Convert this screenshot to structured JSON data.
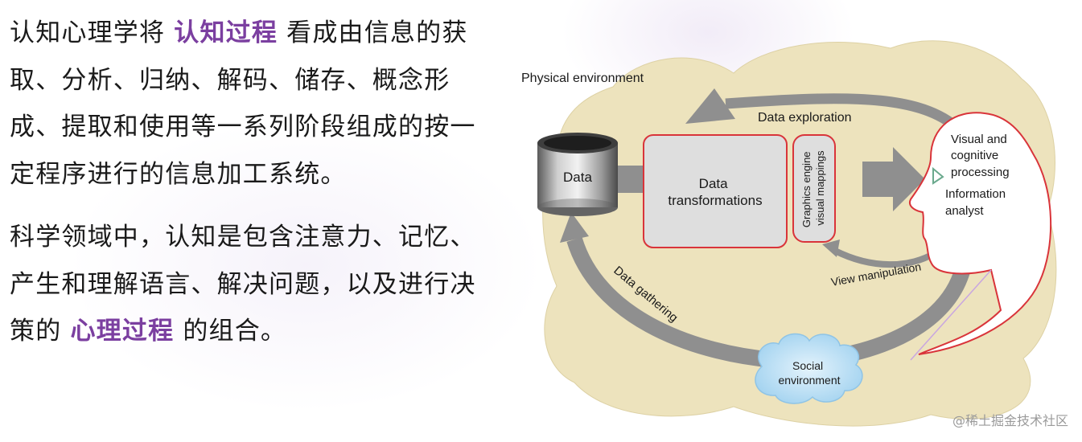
{
  "paragraph1": {
    "before": "认知心理学将 ",
    "highlight": "认知过程",
    "after": " 看成由信息的获取、分析、归纳、解码、储存、概念形成、提取和使用等一系列阶段组成的按一定程序进行的信息加工系统。"
  },
  "paragraph2": {
    "before": "科学领域中，认知是包含注意力、记忆、产生和理解语言、解决问题，以及进行决策的 ",
    "highlight": "心理过程",
    "after": " 的组合。"
  },
  "diagram": {
    "physical_env": "Physical environment",
    "data": "Data",
    "data_transformations": [
      "Data",
      "transformations"
    ],
    "graphics_engine": [
      "Graphics engine",
      "visual mappings"
    ],
    "data_exploration": "Data exploration",
    "visual_processing": [
      "Visual and",
      "cognitive",
      "processing"
    ],
    "analyst": [
      "Information",
      "analyst"
    ],
    "view_manipulation": "View manipulation",
    "data_gathering": "Data gathering",
    "social_env": [
      "Social",
      "environment"
    ]
  },
  "colors": {
    "highlight": "#7b3fa0",
    "environment_blob": "#ede3bd",
    "box_fill": "#dedede",
    "box_border": "#d9343a",
    "arrow": "#8f8f8f",
    "cloud": "#b6dcf3"
  },
  "credit": "@稀土掘金技术社区"
}
